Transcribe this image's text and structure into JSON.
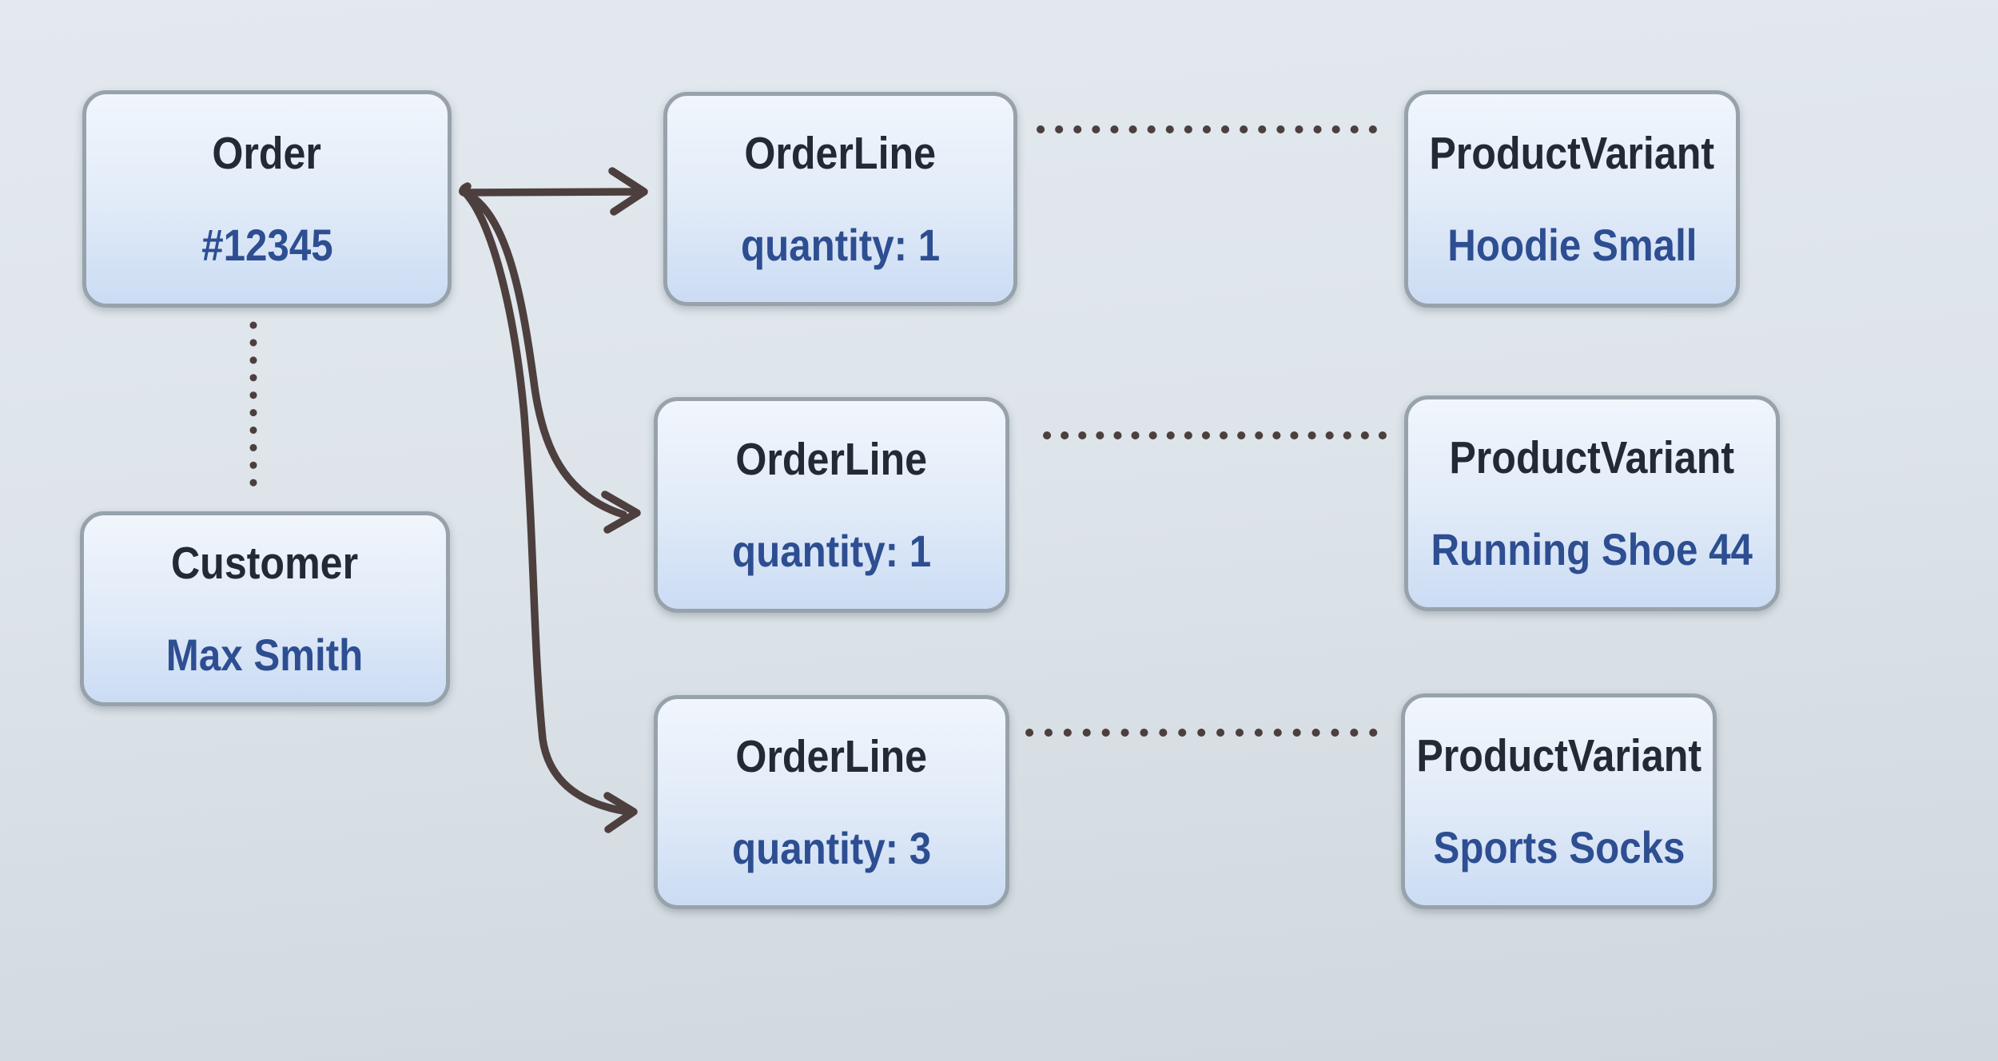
{
  "title": "Order data model diagram",
  "colors": {
    "background_top": "#e3e9ef",
    "background_bottom": "#cfd8de",
    "box_border": "#97a2ab",
    "box_fill_top": "#f1f6fc",
    "box_fill_bottom": "#cbdcf3",
    "entity_title": "#222b35",
    "entity_value": "#2d4e91",
    "connector": "#4d3f3e"
  },
  "entities": [
    {
      "id": "order",
      "type": "Order",
      "value": "#12345"
    },
    {
      "id": "customer",
      "type": "Customer",
      "value": "Max Smith"
    },
    {
      "id": "orderline-1",
      "type": "OrderLine",
      "value": "quantity: 1"
    },
    {
      "id": "orderline-2",
      "type": "OrderLine",
      "value": "quantity: 1"
    },
    {
      "id": "orderline-3",
      "type": "OrderLine",
      "value": "quantity: 3"
    },
    {
      "id": "productvariant-1",
      "type": "ProductVariant",
      "value": "Hoodie Small"
    },
    {
      "id": "productvariant-2",
      "type": "ProductVariant",
      "value": "Running Shoe 44"
    },
    {
      "id": "productvariant-3",
      "type": "ProductVariant",
      "value": "Sports Socks"
    }
  ],
  "relations": [
    {
      "from": "order",
      "to": "orderline-1",
      "style": "solid-arrow"
    },
    {
      "from": "order",
      "to": "orderline-2",
      "style": "solid-arrow"
    },
    {
      "from": "order",
      "to": "orderline-3",
      "style": "solid-arrow"
    },
    {
      "from": "order",
      "to": "customer",
      "style": "dotted"
    },
    {
      "from": "orderline-1",
      "to": "productvariant-1",
      "style": "dotted"
    },
    {
      "from": "orderline-2",
      "to": "productvariant-2",
      "style": "dotted"
    },
    {
      "from": "orderline-3",
      "to": "productvariant-3",
      "style": "dotted"
    }
  ]
}
